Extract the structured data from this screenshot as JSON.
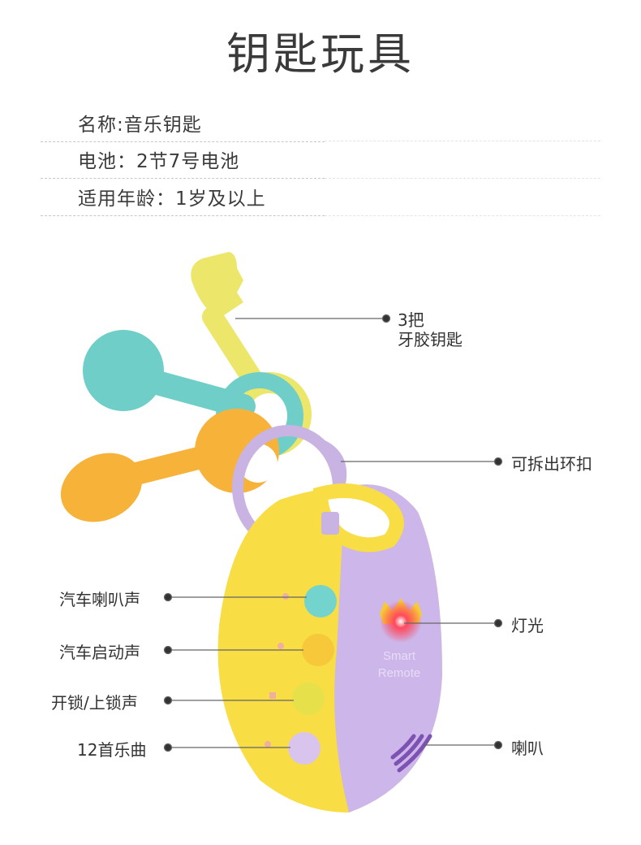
{
  "title": "钥匙玩具",
  "specs": [
    "名称:音乐钥匙",
    "电池：2节7号电池",
    "适用年龄：1岁及以上"
  ],
  "callouts": {
    "keys_line1": "3把",
    "keys_line2": "牙胶钥匙",
    "ring": "可拆出环扣",
    "light": "灯光",
    "speaker": "喇叭",
    "horn": "汽车喇叭声",
    "engine": "汽车启动声",
    "lock": "开锁/上锁声",
    "music": "12首乐曲"
  },
  "product_print": {
    "line1": "Smart",
    "line2": "Remote"
  },
  "colors": {
    "yellow_key": "#ece66a",
    "teal_key": "#6fcfc8",
    "orange_key": "#f7b23a",
    "ring": "#c9b3e2",
    "body_yellow": "#f8dd45",
    "body_purple": "#cdb6ea",
    "button_teal": "#73d4cd",
    "button_orange": "#f7c93a",
    "button_lime": "#e6e14a",
    "button_lilac": "#d9c4ee",
    "led": "#ff3b4f"
  }
}
